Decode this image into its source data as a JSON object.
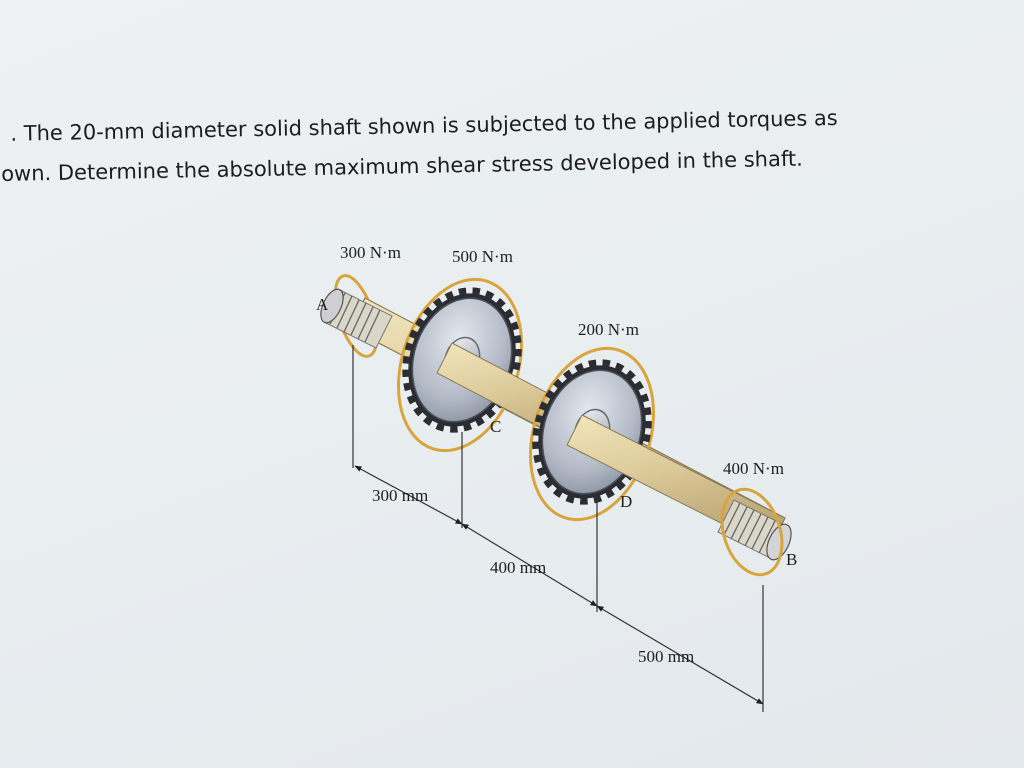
{
  "problem": {
    "line1": ". The 20-mm diameter solid shaft shown is subjected to the applied torques as",
    "line2": "own.  Determine the absolute maximum shear stress developed in the shaft."
  },
  "figure": {
    "torques": {
      "t_a": "300 N·m",
      "t_c": "500 N·m",
      "t_d": "200 N·m",
      "t_b": "400 N·m"
    },
    "points": {
      "a": "A",
      "b": "B",
      "c": "C",
      "d": "D"
    },
    "dimensions": {
      "ac": "300 mm",
      "cd": "400 mm",
      "db": "500 mm"
    }
  }
}
